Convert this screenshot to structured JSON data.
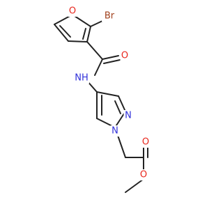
{
  "molecule": {
    "atoms": [
      {
        "id": "O_furan",
        "symbol": "O",
        "color": "#e8261c"
      },
      {
        "id": "Br",
        "symbol": "Br",
        "color": "#a0401c"
      },
      {
        "id": "O_amide",
        "symbol": "O",
        "color": "#e8261c"
      },
      {
        "id": "NH",
        "symbol": "NH",
        "color": "#2f2fd9"
      },
      {
        "id": "N_pz2",
        "symbol": "N",
        "color": "#2f2fd9"
      },
      {
        "id": "N_pz1",
        "symbol": "N",
        "color": "#2f2fd9"
      },
      {
        "id": "O_carbonyl",
        "symbol": "O",
        "color": "#e8261c"
      },
      {
        "id": "O_ester",
        "symbol": "O",
        "color": "#e8261c"
      }
    ],
    "bond_color": "#222222"
  }
}
